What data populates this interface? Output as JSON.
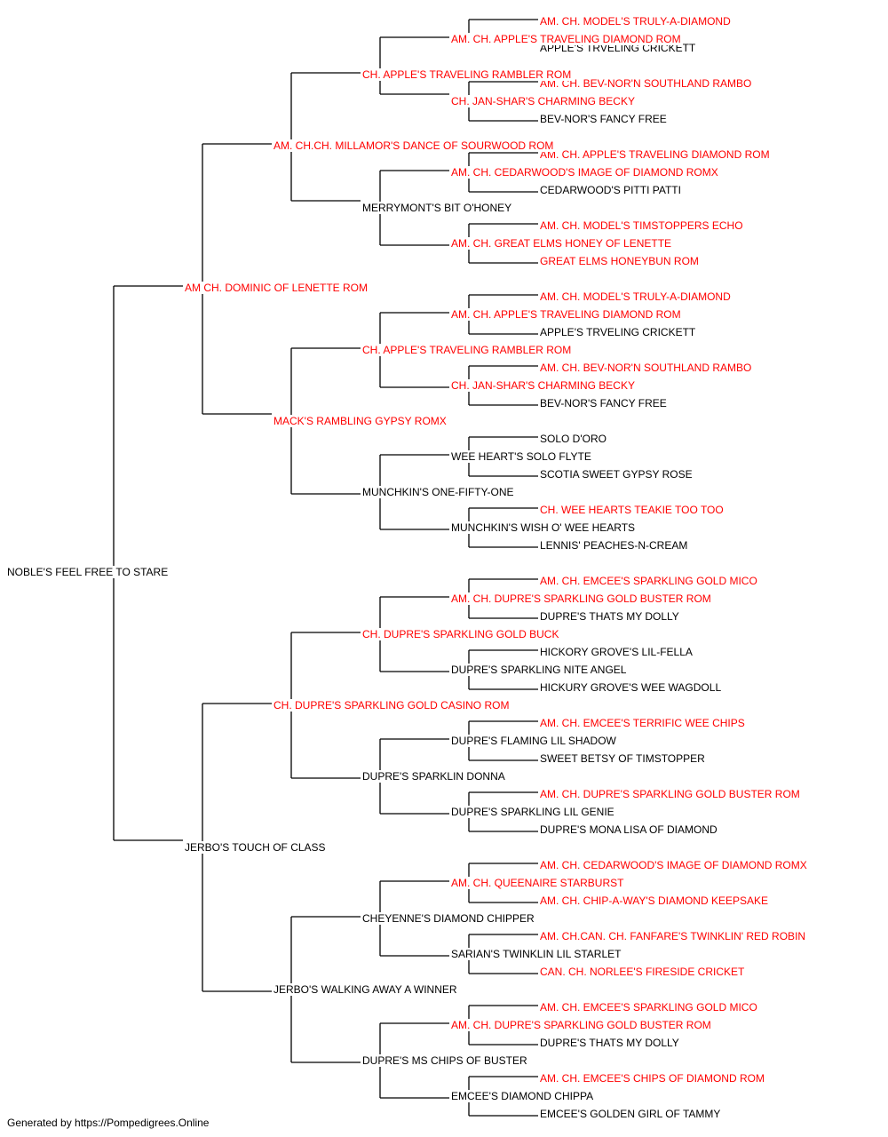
{
  "colors": {
    "champion": "#ff0000",
    "regular": "#000000",
    "line": "#000000"
  },
  "pedigree": {
    "name": "NOBLE'S FEEL FREE TO STARE",
    "champion": false,
    "sire": {
      "name": "AM CH. DOMINIC OF LENETTE ROM",
      "champion": true,
      "sire": {
        "name": "AM. CH.CH. MILLAMOR'S DANCE OF SOURWOOD ROM",
        "champion": true,
        "sire": {
          "name": "CH. APPLE'S TRAVELING RAMBLER ROM",
          "champion": true,
          "sire": {
            "name": "AM. CH. APPLE'S TRAVELING DIAMOND ROM",
            "champion": true,
            "sire": {
              "name": "AM. CH. MODEL'S TRULY-A-DIAMOND",
              "champion": true
            },
            "dam": {
              "name": "APPLE'S TRVELING CRICKETT",
              "champion": false
            }
          },
          "dam": {
            "name": "CH. JAN-SHAR'S CHARMING BECKY",
            "champion": true,
            "sire": {
              "name": "AM. CH. BEV-NOR'N SOUTHLAND RAMBO",
              "champion": true
            },
            "dam": {
              "name": "BEV-NOR'S FANCY FREE",
              "champion": false
            }
          }
        },
        "dam": {
          "name": "MERRYMONT'S BIT O'HONEY",
          "champion": false,
          "sire": {
            "name": "AM. CH. CEDARWOOD'S IMAGE OF DIAMOND ROMX",
            "champion": true,
            "sire": {
              "name": "AM. CH. APPLE'S TRAVELING DIAMOND ROM",
              "champion": true
            },
            "dam": {
              "name": "CEDARWOOD'S PITTI PATTI",
              "champion": false
            }
          },
          "dam": {
            "name": "AM. CH. GREAT ELMS HONEY OF LENETTE",
            "champion": true,
            "sire": {
              "name": "AM. CH. MODEL'S TIMSTOPPERS ECHO",
              "champion": true
            },
            "dam": {
              "name": "GREAT ELMS HONEYBUN ROM",
              "champion": true
            }
          }
        }
      },
      "dam": {
        "name": "MACK'S RAMBLING GYPSY ROMX",
        "champion": true,
        "sire": {
          "name": "CH. APPLE'S TRAVELING RAMBLER ROM",
          "champion": true,
          "sire": {
            "name": "AM. CH. APPLE'S TRAVELING DIAMOND ROM",
            "champion": true,
            "sire": {
              "name": "AM. CH. MODEL'S TRULY-A-DIAMOND",
              "champion": true
            },
            "dam": {
              "name": "APPLE'S TRVELING CRICKETT",
              "champion": false
            }
          },
          "dam": {
            "name": "CH. JAN-SHAR'S CHARMING BECKY",
            "champion": true,
            "sire": {
              "name": "AM. CH. BEV-NOR'N SOUTHLAND RAMBO",
              "champion": true
            },
            "dam": {
              "name": "BEV-NOR'S FANCY FREE",
              "champion": false
            }
          }
        },
        "dam": {
          "name": "MUNCHKIN'S ONE-FIFTY-ONE",
          "champion": false,
          "sire": {
            "name": "WEE HEART'S SOLO FLYTE",
            "champion": false,
            "sire": {
              "name": "SOLO D'ORO",
              "champion": false
            },
            "dam": {
              "name": "SCOTIA SWEET GYPSY ROSE",
              "champion": false
            }
          },
          "dam": {
            "name": "MUNCHKIN'S WISH O' WEE HEARTS",
            "champion": false,
            "sire": {
              "name": "CH. WEE HEARTS TEAKIE TOO TOO",
              "champion": true
            },
            "dam": {
              "name": "LENNIS' PEACHES-N-CREAM",
              "champion": false
            }
          }
        }
      }
    },
    "dam": {
      "name": "JERBO'S TOUCH OF CLASS",
      "champion": false,
      "sire": {
        "name": "CH. DUPRE'S SPARKLING GOLD CASINO ROM",
        "champion": true,
        "sire": {
          "name": "CH. DUPRE'S SPARKLING GOLD BUCK",
          "champion": true,
          "sire": {
            "name": "AM. CH. DUPRE'S SPARKLING GOLD BUSTER ROM",
            "champion": true,
            "sire": {
              "name": "AM. CH. EMCEE'S SPARKLING GOLD MICO",
              "champion": true
            },
            "dam": {
              "name": "DUPRE'S THATS MY DOLLY",
              "champion": false
            }
          },
          "dam": {
            "name": "DUPRE'S SPARKLING NITE ANGEL",
            "champion": false,
            "sire": {
              "name": "HICKORY GROVE'S LIL-FELLA",
              "champion": false
            },
            "dam": {
              "name": "HICKURY GROVE'S WEE WAGDOLL",
              "champion": false
            }
          }
        },
        "dam": {
          "name": "DUPRE'S SPARKLIN DONNA",
          "champion": false,
          "sire": {
            "name": "DUPRE'S FLAMING LIL SHADOW",
            "champion": false,
            "sire": {
              "name": "AM. CH. EMCEE'S TERRIFIC WEE CHIPS",
              "champion": true
            },
            "dam": {
              "name": "SWEET BETSY OF TIMSTOPPER",
              "champion": false
            }
          },
          "dam": {
            "name": "DUPRE'S SPARKLING LIL GENIE",
            "champion": false,
            "sire": {
              "name": "AM. CH. DUPRE'S SPARKLING GOLD BUSTER ROM",
              "champion": true
            },
            "dam": {
              "name": "DUPRE'S MONA LISA OF DIAMOND",
              "champion": false
            }
          }
        }
      },
      "dam": {
        "name": "JERBO'S WALKING AWAY A WINNER",
        "champion": false,
        "sire": {
          "name": "CHEYENNE'S DIAMOND CHIPPER",
          "champion": false,
          "sire": {
            "name": "AM. CH. QUEENAIRE STARBURST",
            "champion": true,
            "sire": {
              "name": "AM. CH. CEDARWOOD'S IMAGE OF DIAMOND ROMX",
              "champion": true
            },
            "dam": {
              "name": "AM. CH. CHIP-A-WAY'S DIAMOND KEEPSAKE",
              "champion": true
            }
          },
          "dam": {
            "name": "SARIAN'S TWINKLIN LIL STARLET",
            "champion": false,
            "sire": {
              "name": "AM. CH.CAN. CH. FANFARE'S TWINKLIN' RED ROBIN",
              "champion": true
            },
            "dam": {
              "name": "CAN. CH. NORLEE'S FIRESIDE CRICKET",
              "champion": true
            }
          }
        },
        "dam": {
          "name": "DUPRE'S MS CHIPS OF BUSTER",
          "champion": false,
          "sire": {
            "name": "AM. CH. DUPRE'S SPARKLING GOLD BUSTER ROM",
            "champion": true,
            "sire": {
              "name": "AM. CH. EMCEE'S SPARKLING GOLD MICO",
              "champion": true
            },
            "dam": {
              "name": "DUPRE'S THATS MY DOLLY",
              "champion": false
            }
          },
          "dam": {
            "name": "EMCEE'S DIAMOND CHIPPA",
            "champion": false,
            "sire": {
              "name": "AM. CH. EMCEE'S CHIPS OF DIAMOND ROM",
              "champion": true
            },
            "dam": {
              "name": "EMCEE'S GOLDEN GIRL OF TAMMY",
              "champion": false
            }
          }
        }
      }
    }
  },
  "footer": {
    "text": "Generated by https://Pompedigrees.Online"
  }
}
